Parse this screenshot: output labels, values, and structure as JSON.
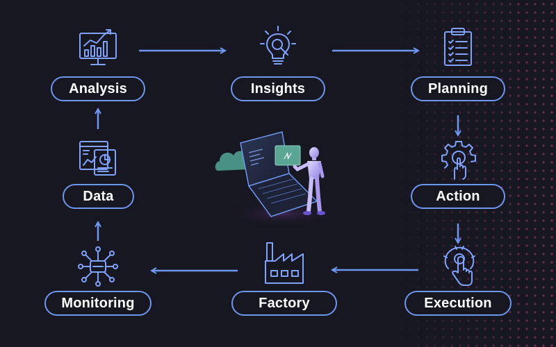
{
  "nodes": {
    "analysis": "Analysis",
    "insights": "Insights",
    "planning": "Planning",
    "action": "Action",
    "execution": "Execution",
    "factory": "Factory",
    "monitoring": "Monitoring",
    "data": "Data"
  },
  "center_screen_glyph": "⁄\\⁄",
  "colors": {
    "background": "#171721",
    "accent": "#6e97f0",
    "icon_stroke": "#7fa3ff",
    "label_text": "#ffffff",
    "cloud": "#4f9e90",
    "dots": "#c14a86"
  },
  "icons": [
    "chart-monitor-icon",
    "lightbulb-search-icon",
    "clipboard-checklist-icon",
    "gear-hand-icon",
    "touch-gear-icon",
    "factory-icon",
    "network-hub-icon",
    "data-dashboard-icon",
    "robot-laptop-illustration"
  ]
}
